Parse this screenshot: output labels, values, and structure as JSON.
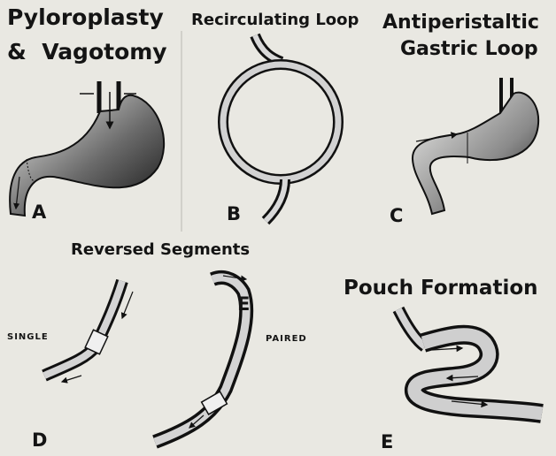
{
  "panels": {
    "a": {
      "title_line1": "Pyloroplasty",
      "title_line2": "&  Vagotomy",
      "letter": "A"
    },
    "b": {
      "title": "Recirculating Loop",
      "letter": "B"
    },
    "c": {
      "title_line1": "Antiperistaltic",
      "title_line2": "Gastric Loop",
      "letter": "C"
    },
    "d": {
      "title": "Reversed Segments",
      "letter": "D",
      "label_single": "SINGLE",
      "label_paired": "PAIRED",
      "segment_letter": "E"
    },
    "e": {
      "title": "Pouch Formation",
      "letter": "E"
    }
  },
  "colors": {
    "paper": "#e9e8e2",
    "ink": "#141414",
    "tissue": "#cfcfcf",
    "stomach": "#2f2f2f"
  }
}
